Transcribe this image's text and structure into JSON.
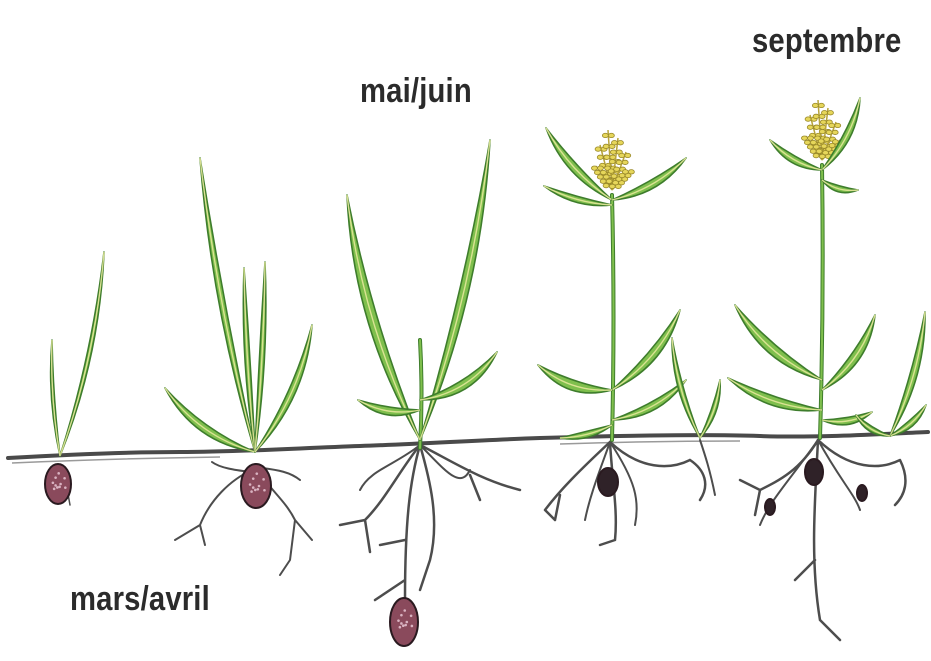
{
  "stages": [
    {
      "label": "mars/avril"
    },
    {
      "label": "mai/juin"
    },
    {
      "label": "septembre"
    }
  ],
  "colors": {
    "leaf": "#7fbf4d",
    "leaf_edge": "#3e7d2c",
    "leaf_highlight": "#e4e79a",
    "soil_line": "#4a4a4a",
    "root": "#4d4d4d",
    "tuber": "#8a4a5c",
    "tuber_dark": "#2f2228",
    "flower": "#e6d65a"
  }
}
